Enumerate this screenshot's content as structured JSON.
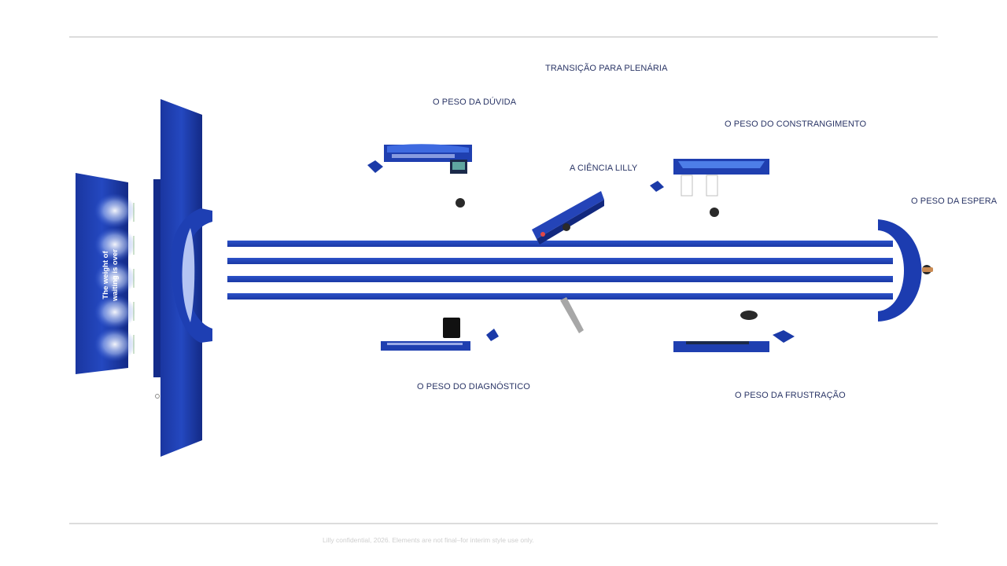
{
  "labels": {
    "transition": "TRANSIÇÃO PARA PLENÁRIA",
    "doubt": "O PESO DA DÚVIDA",
    "embarrassment": "O PESO DO CONSTRANGIMENTO",
    "science": "A CIÊNCIA LILLY",
    "waiting": "O PESO DA ESPERA",
    "diagnosis": "O PESO DO DIAGNÓSTICO",
    "frustration": "O PESO DA FRUSTRAÇÃO"
  },
  "wall_sign": {
    "line1": "The weight of",
    "line2": "waiting is over"
  },
  "footer": "Lilly confidential, 2026. Elements are not final–for interim style use only.",
  "colors": {
    "primary_blue": "#1f3fb0",
    "dark_blue": "#142c8a",
    "light_blue": "#4d7ee8",
    "label_text": "#2a3566"
  }
}
